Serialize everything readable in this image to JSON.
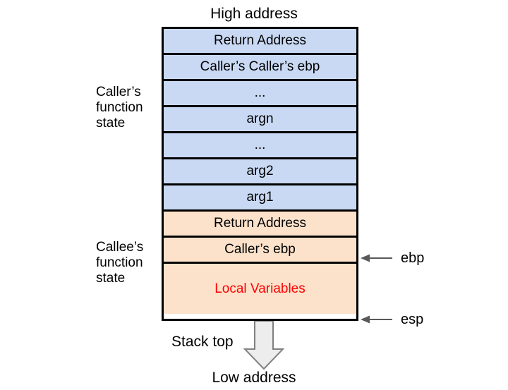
{
  "diagram": {
    "title_top": "High address",
    "title_bottom": "Low address",
    "stack_top_label": "Stack top",
    "colors": {
      "caller_frame_fill": "#c9d9f4",
      "callee_frame_fill": "#fce2cb",
      "border": "#000000",
      "local_variables_text": "#ff0000",
      "arrow_fill": "#ededed",
      "arrow_stroke": "#808080",
      "pointer_arrow": "#595959"
    },
    "groups": [
      {
        "name": "caller",
        "label": "Caller’s\nfunction\nstate"
      },
      {
        "name": "callee",
        "label": "Callee’s\nfunction\nstate"
      }
    ],
    "cells": [
      {
        "label": "Return Address",
        "frame": "caller",
        "size": "row"
      },
      {
        "label": "Caller’s Caller’s ebp",
        "frame": "caller",
        "size": "row"
      },
      {
        "label": "...",
        "frame": "caller",
        "size": "row"
      },
      {
        "label": "argn",
        "frame": "caller",
        "size": "row"
      },
      {
        "label": "...",
        "frame": "caller",
        "size": "row"
      },
      {
        "label": "arg2",
        "frame": "caller",
        "size": "row"
      },
      {
        "label": "arg1",
        "frame": "caller",
        "size": "row"
      },
      {
        "label": "Return Address",
        "frame": "callee",
        "size": "row"
      },
      {
        "label": "Caller’s ebp",
        "frame": "callee",
        "size": "row"
      },
      {
        "label": "Local Variables",
        "frame": "callee",
        "size": "local",
        "highlight": true
      }
    ],
    "pointers": [
      {
        "name": "ebp",
        "label": "ebp",
        "points_to": "Caller’s ebp"
      },
      {
        "name": "esp",
        "label": "esp",
        "points_to": "Local Variables"
      }
    ]
  }
}
